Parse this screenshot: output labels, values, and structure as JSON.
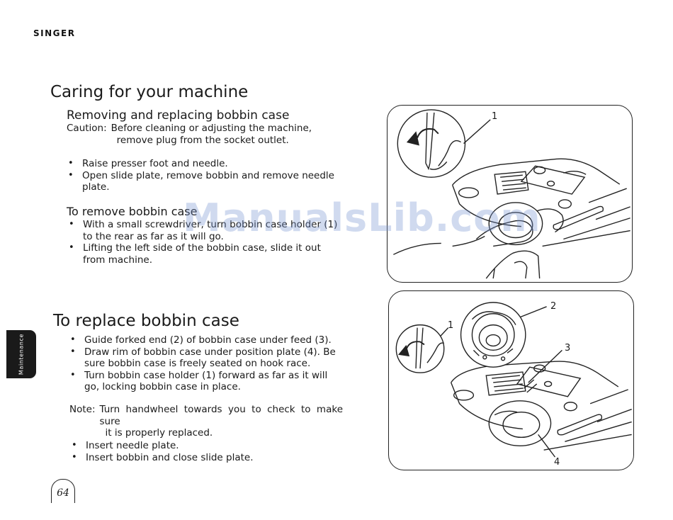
{
  "header": {
    "brand": "SINGER"
  },
  "section_main": {
    "title": "Caring for your machine"
  },
  "removing_replacing": {
    "subtitle": "Removing and replacing bobbin case",
    "caution_label": "Caution:",
    "caution_line1": "Before cleaning or adjusting the machine,",
    "caution_line2": "remove plug from the socket outlet.",
    "bullets": [
      "Raise presser foot and needle.",
      "Open slide plate, remove bobbin and remove needle plate."
    ]
  },
  "remove": {
    "title": "To remove bobbin case",
    "bullets": [
      "With a small screwdriver, turn bobbin case holder (1) to the rear as far as it will go.",
      "Lifting the left side of the bobbin case, slide it out from machine."
    ]
  },
  "replace": {
    "title": "To replace bobbin case",
    "bullets": [
      "Guide forked end (2) of bobbin case under feed (3).",
      "Draw rim of bobbin case under position plate (4). Be sure bobbin case is freely seated on hook race.",
      "Turn bobbin case holder (1) forward  as far as it will go, locking bobbin case in place."
    ],
    "note_label": "Note:",
    "note_line1": "Turn handwheel towards you to check to make sure",
    "note_line2": "it is properly replaced.",
    "bullets2": [
      "Insert needle plate.",
      "Insert bobbin and close slide plate."
    ]
  },
  "side_tab": {
    "label": "Maintenance"
  },
  "footer": {
    "page_number": "64"
  },
  "figure_top": {
    "callout_1": "1"
  },
  "figure_bottom": {
    "callout_1": "1",
    "callout_2": "2",
    "callout_3": "3",
    "callout_4": "4"
  },
  "watermark": {
    "text": "ManualsLib.com"
  }
}
